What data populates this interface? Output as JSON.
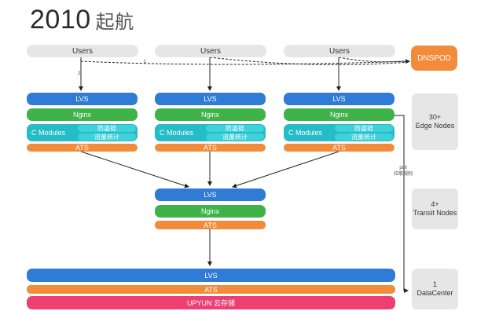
{
  "title": {
    "year": "2010",
    "subtitle": "起航"
  },
  "users": [
    "Users",
    "Users",
    "Users"
  ],
  "dnspod": "DNSPOD",
  "edge": {
    "lvs": "LVS",
    "nginx": "Nginx",
    "cmodules": "C Modules",
    "anti_leech": "防盗链",
    "traffic_stats": "流量统计",
    "ats": "ATS"
  },
  "transit": {
    "lvs": "LVS",
    "nginx": "Nginx",
    "ats": "ATS"
  },
  "datacenter": {
    "lvs": "LVS",
    "ats": "ATS",
    "storage": "UPYUN 云存储"
  },
  "side_labels": {
    "edge_count": "30+",
    "edge_name": "Edge Nodes",
    "transit_count": "4+",
    "transit_name": "Transit Nodes",
    "dc_count": "1",
    "dc_name": "DataCenter"
  },
  "annotations": {
    "step1": "1",
    "step2": "2",
    "pull": "pull",
    "pull_cn": "拉取规则"
  },
  "colors": {
    "lvs": "#2f7bd6",
    "nginx": "#3fb34a",
    "ats": "#f28b3a",
    "cmodules": "#25bcc8",
    "storage": "#ee3f72",
    "users": "#e6e6e6"
  }
}
